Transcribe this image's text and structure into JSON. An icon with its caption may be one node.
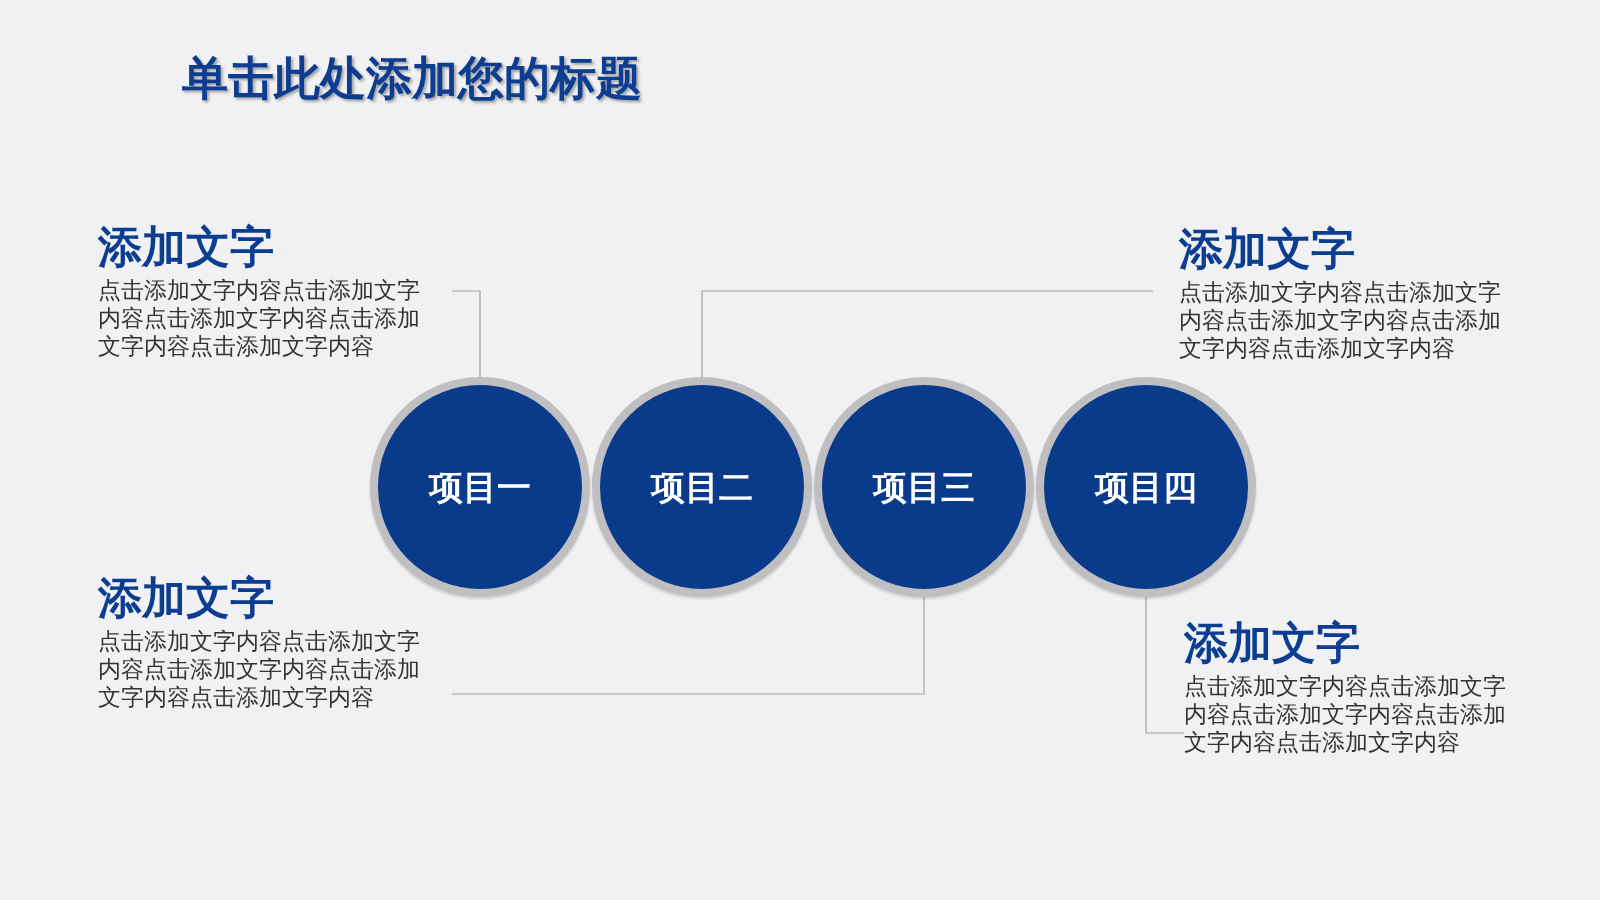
{
  "diagram": {
    "title": "单击此处添加您的标题",
    "nodes": [
      {
        "text": [
          "添加文字",
          "点击添加文字内容点击添加文字内容点击添加文字内容点击添加文字内容点击添加文字内容"
        ]
      },
      {
        "text": [
          "添加文字",
          "点击添加文字内容点击添加文字内容点击添加文字内容点击添加文字内容点击添加文字内容"
        ]
      },
      {
        "text": [
          "项目一"
        ]
      },
      {
        "text": [
          "项目二"
        ]
      },
      {
        "text": [
          "项目三"
        ]
      },
      {
        "text": [
          "项目四"
        ]
      },
      {
        "text": [
          "添加文字",
          "点击添加文字内容点击添加文字内容点击添加文字内容点击添加文字内容点击添加文字内容"
        ]
      },
      {
        "text": [
          "添加文字",
          "点击添加文字内容点击添加文字内容点击添加文字内容点击添加文字内容点击添加文字内容"
        ]
      }
    ],
    "edges": [
      {
        "from": 0,
        "to": 2,
        "arrow": "none"
      },
      {
        "from": 1,
        "to": 3,
        "arrow": "none"
      },
      {
        "from": 6,
        "to": 4,
        "arrow": "none"
      },
      {
        "from": 7,
        "to": 5,
        "arrow": "none"
      }
    ]
  }
}
